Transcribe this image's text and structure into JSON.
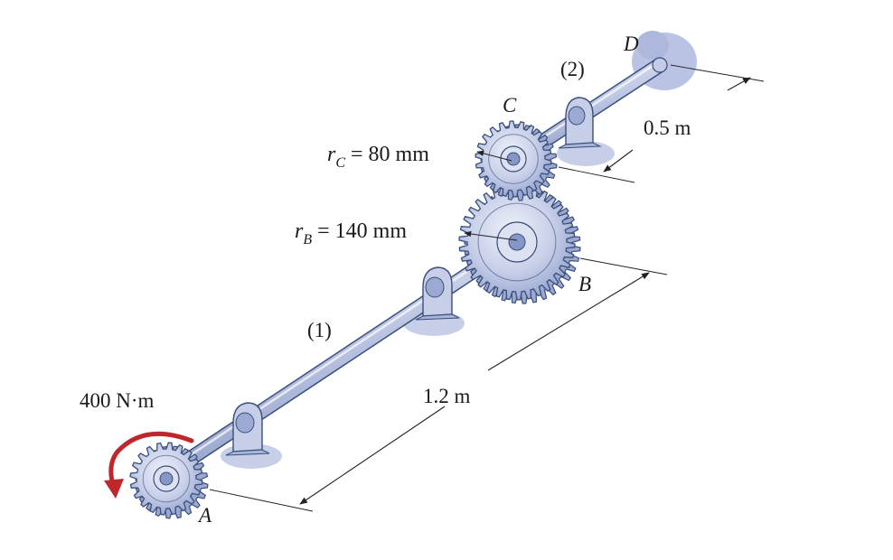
{
  "labels": {
    "point_a": "A",
    "point_b": "B",
    "point_c": "C",
    "point_d": "D",
    "shaft_1": "(1)",
    "shaft_2": "(2)",
    "torque": "400 N·m",
    "dim_ab": "1.2 m",
    "dim_cd": "0.5 m",
    "r_b": {
      "symbol": "r",
      "subscript": "B",
      "value": "= 140 mm"
    },
    "r_c": {
      "symbol": "r",
      "subscript": "C",
      "value": "= 80 mm"
    }
  },
  "colors": {
    "shaft": "#c3cbe6",
    "shaft_edge": "#3a4f7a",
    "gear": "#c7cfe8",
    "gear_edge": "#3a4f7a",
    "shadow": "#b3bde0",
    "torque_arrow": "#c0272d"
  }
}
